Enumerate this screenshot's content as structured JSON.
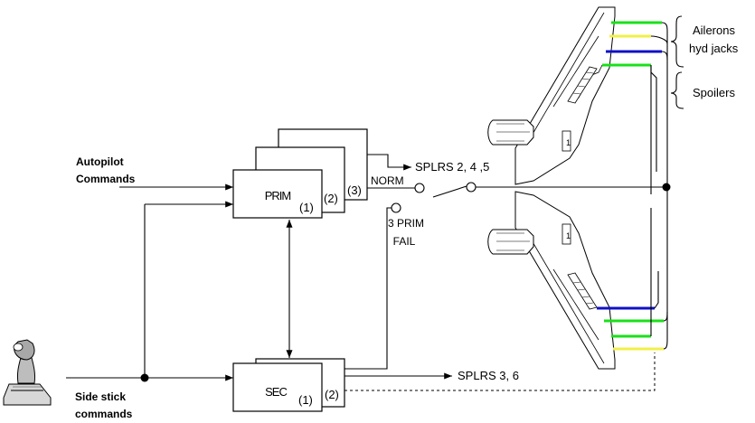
{
  "inputs": {
    "autopilot_line1": "Autopilot",
    "autopilot_line2": "Commands",
    "sidestick_line1": "Side stick",
    "sidestick_line2": "commands"
  },
  "computers": {
    "prim_label": "PRIM",
    "prim_1": "(1)",
    "prim_2": "(2)",
    "prim_3": "(3)",
    "sec_label": "SEC",
    "sec_1": "(1)",
    "sec_2": "(2)"
  },
  "switch": {
    "norm": "NORM",
    "fail_line1": "3 PRIM",
    "fail_line2": "FAIL"
  },
  "outputs": {
    "splrs_top": "SPLRS 2, 4 ,5",
    "splrs_bottom": "SPLRS 3, 6"
  },
  "legend": {
    "ailerons_line1": "Ailerons",
    "ailerons_line2": "hyd jacks",
    "spoilers": "Spoilers"
  },
  "wing_marks": {
    "top_marker": "1",
    "bottom_marker": "1"
  },
  "colors": {
    "green_system": "#19e019",
    "yellow_system": "#f0f048",
    "blue_system": "#1010c8"
  }
}
